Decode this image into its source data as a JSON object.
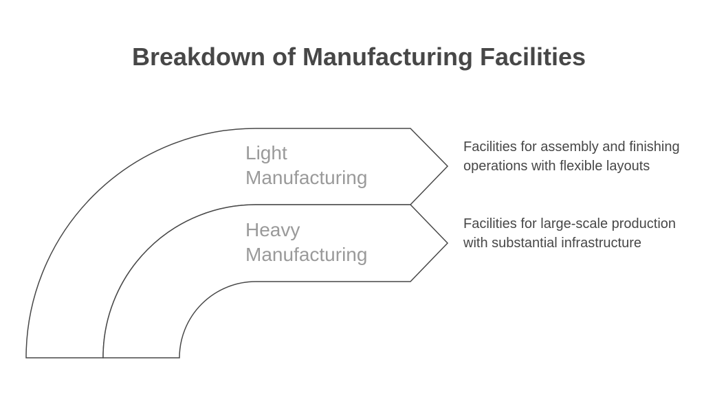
{
  "title": "Breakdown of Manufacturing Facilities",
  "bands": [
    {
      "label_line1": "Light",
      "label_line2": "Manufacturing",
      "description": "Facilities for assembly and finishing operations with flexible layouts"
    },
    {
      "label_line1": "Heavy",
      "label_line2": "Manufacturing",
      "description": "Facilities for large-scale production with substantial infrastructure"
    }
  ],
  "colors": {
    "stroke": "#474747",
    "label": "#9a9a9a",
    "text": "#474747"
  }
}
